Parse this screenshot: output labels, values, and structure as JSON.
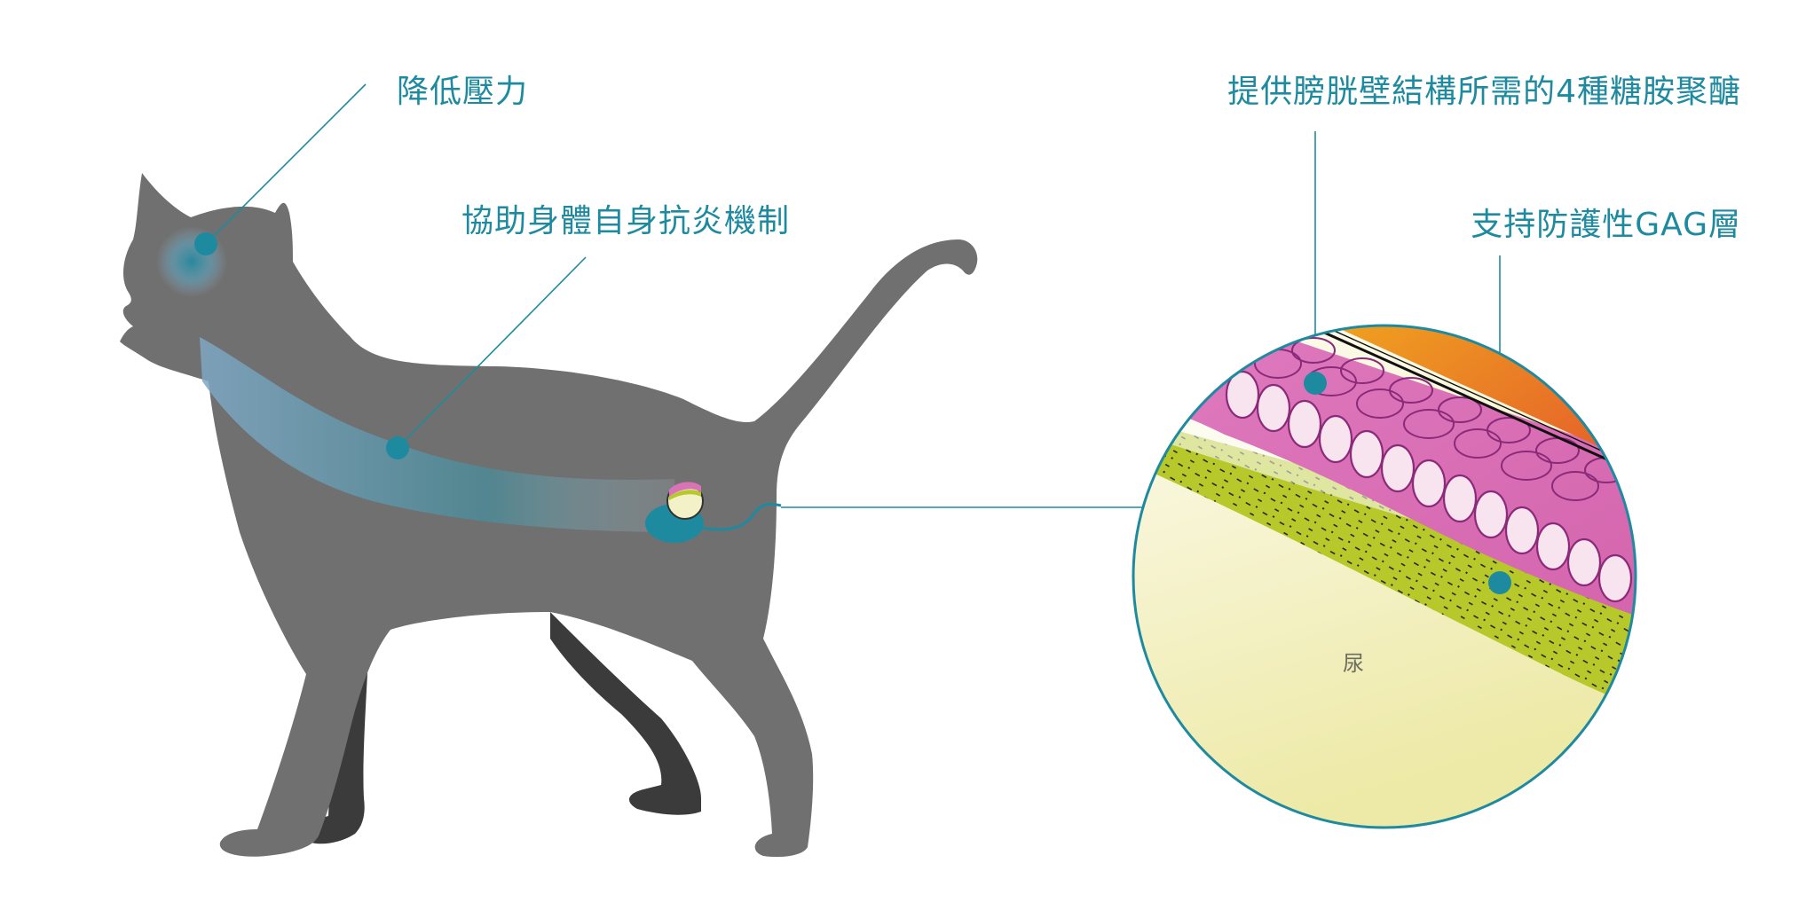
{
  "labels": {
    "stress": "降低壓力",
    "anti_inflammatory": "協助身體自身抗炎機制",
    "gag_supply": "提供膀胱壁結構所需的4種糖胺聚醣",
    "gag_layer": "支持防護性GAG層"
  },
  "magnifier": {
    "urine_label": "尿"
  },
  "colors": {
    "callout": "#1e8aa0",
    "cat_body": "#707070",
    "cat_far_legs": "#3b3b3b",
    "mucosa_pink": "#d873b6",
    "gag_green": "#b7c82a",
    "urine_yellow": "#f3f1c8",
    "muscle_orange": "#e8612a"
  }
}
